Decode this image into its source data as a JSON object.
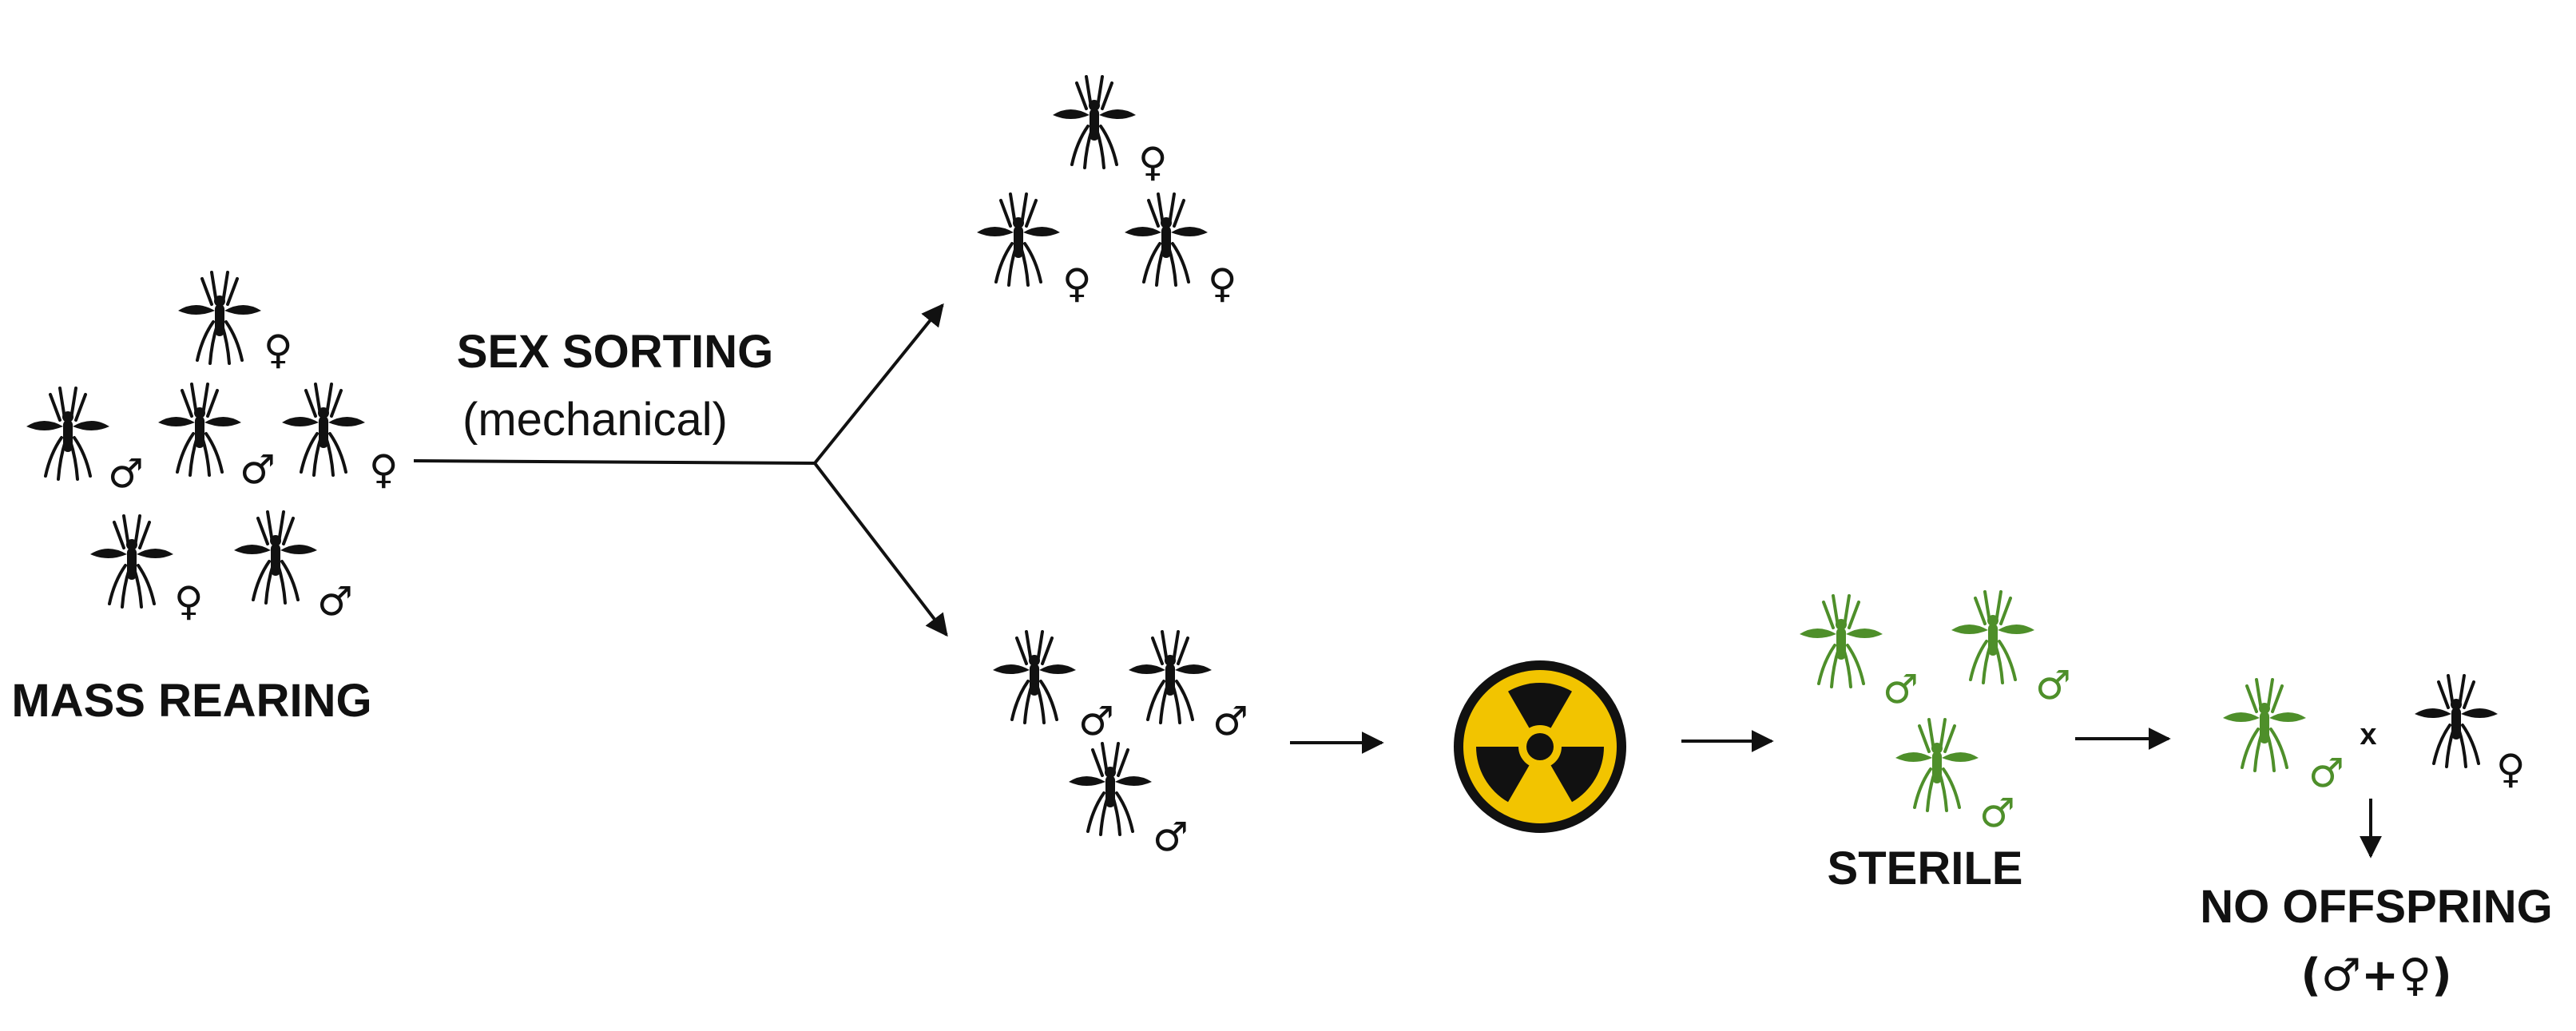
{
  "labels": {
    "mass_rearing": "MASS REARING",
    "sex_sorting": "SEX SORTING",
    "sex_sorting_method": "(mechanical)",
    "sterile": "STERILE",
    "no_offspring": "NO OFFSPRING",
    "no_offspring_sexes": "(♂+♀)",
    "cross": "x"
  },
  "symbols": {
    "male": "♂",
    "female": "♀"
  },
  "colors": {
    "ink": "#111111",
    "sterile_green": "#4e8f2a",
    "radiation_yellow": "#f2c400"
  },
  "icons": {
    "mosquito": "mosquito-icon",
    "radiation": "radiation-icon"
  },
  "groups": {
    "mass_rearing": [
      "female",
      "male",
      "male",
      "female",
      "female",
      "male"
    ],
    "sorted_females": [
      "female",
      "female",
      "female"
    ],
    "sorted_males": [
      "male",
      "male",
      "male"
    ],
    "sterile_males": [
      "male",
      "male",
      "male"
    ]
  }
}
